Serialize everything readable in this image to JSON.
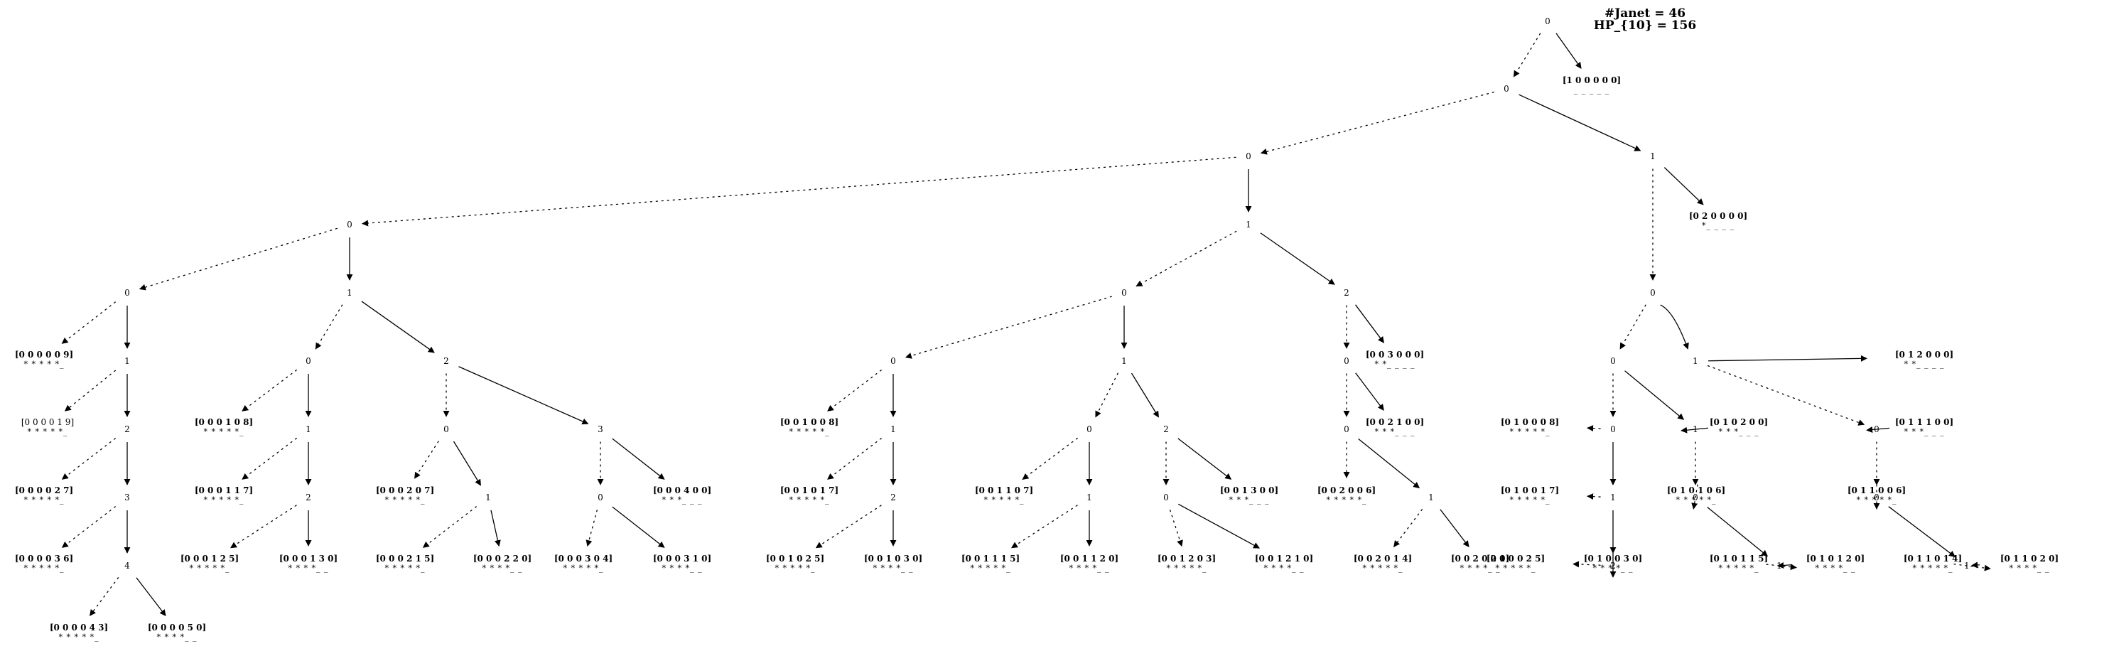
{
  "header": {
    "line1": "#Janet = 46",
    "line2": "HP_{10} = 156"
  },
  "nodes": {
    "root": "0",
    "n1": "0",
    "n2": "0",
    "n3": "1",
    "a": "0",
    "b": "1",
    "c": "0",
    "a0": "0",
    "a1": "1",
    "a0_1": "1",
    "a0_2": "2",
    "a0_3": "3",
    "a0_4": "4",
    "a1_0": "0",
    "a1_2": "2",
    "a1_0_1": "1",
    "a1_0_2": "2",
    "a1_2_0": "0",
    "a1_2_3": "3",
    "a1_2_0_1": "1",
    "a1_2_3_0": "0",
    "b0": "0",
    "b2": "2",
    "b0_0": "0",
    "b0_1": "1",
    "b0_0_1": "1",
    "b0_0_2": "2",
    "b0_1_0": "0",
    "b0_1_2": "2",
    "b0_1_0_1": "1",
    "b0_1_2_0": "0",
    "b2_0": "0",
    "b2_0_0": "0",
    "b2_0_0_1": "1",
    "c0": "0",
    "c1": "1",
    "c0_0": "0",
    "c0_1": "1",
    "c0_0_1": "1",
    "c0_0_2": "2",
    "c0_1_0": "0",
    "c0_1_0_1": "1",
    "c1_0": "0",
    "c1_0_0": "0",
    "c1_0_0_1": "1"
  },
  "leaves": {
    "L100000": {
      "label": "[1 0 0 0 0 0]",
      "stars": "_ _ _ _ _"
    },
    "L020000": {
      "label": "[0 2 0 0 0 0]",
      "stars": "*_ _ _ _"
    },
    "L000009": {
      "label": "[0 0 0 0 0 9]",
      "stars": "* * * * *_"
    },
    "L000019": {
      "label": "[0 0 0 0 1 9]",
      "stars": "* * * * *_"
    },
    "L000027": {
      "label": "[0 0 0 0 2 7]",
      "stars": "* * * * *_"
    },
    "L000036": {
      "label": "[0 0 0 0 3 6]",
      "stars": "* * * * *_"
    },
    "L000043": {
      "label": "[0 0 0 0 4 3]",
      "stars": "* * * * *_"
    },
    "L000050": {
      "label": "[0 0 0 0 5 0]",
      "stars": "* * * *_ _"
    },
    "L000108": {
      "label": "[0 0 0 1 0 8]",
      "stars": "* * * * *_"
    },
    "L000117": {
      "label": "[0 0 0 1 1 7]",
      "stars": "* * * * *_"
    },
    "L000125": {
      "label": "[0 0 0 1 2 5]",
      "stars": "* * * * *_"
    },
    "L000130": {
      "label": "[0 0 0 1 3 0]",
      "stars": "* * * *_ _"
    },
    "L000207": {
      "label": "[0 0 0 2 0 7]",
      "stars": "* * * * *_"
    },
    "L000215": {
      "label": "[0 0 0 2 1 5]",
      "stars": "* * * * *_"
    },
    "L000220": {
      "label": "[0 0 0 2 2 0]",
      "stars": "* * * *_ _"
    },
    "L000304": {
      "label": "[0 0 0 3 0 4]",
      "stars": "* * * * *_"
    },
    "L000310": {
      "label": "[0 0 0 3 1 0]",
      "stars": "* * * *_ _"
    },
    "L000400": {
      "label": "[0 0 0 4 0 0]",
      "stars": "* * *_ _ _"
    },
    "L001008": {
      "label": "[0 0 1 0 0 8]",
      "stars": "* * * * *_"
    },
    "L001017": {
      "label": "[0 0 1 0 1 7]",
      "stars": "* * * * *_"
    },
    "L001025": {
      "label": "[0 0 1 0 2 5]",
      "stars": "* * * * *_"
    },
    "L001030": {
      "label": "[0 0 1 0 3 0]",
      "stars": "* * * *_ _"
    },
    "L001107": {
      "label": "[0 0 1 1 0 7]",
      "stars": "* * * * *_"
    },
    "L001115": {
      "label": "[0 0 1 1 1 5]",
      "stars": "* * * * *_"
    },
    "L001120": {
      "label": "[0 0 1 1 2 0]",
      "stars": "* * * *_ _"
    },
    "L001203": {
      "label": "[0 0 1 2 0 3]",
      "stars": "* * * * *_"
    },
    "L001210": {
      "label": "[0 0 1 2 1 0]",
      "stars": "* * * *_ _"
    },
    "L001300": {
      "label": "[0 0 1 3 0 0]",
      "stars": "* * *_ _ _"
    },
    "L003000": {
      "label": "[0 0 3 0 0 0]",
      "stars": "* *_ _ _ _"
    },
    "L002100": {
      "label": "[0 0 2 1 0 0]",
      "stars": "* * *_ _ _"
    },
    "L002006": {
      "label": "[0 0 2 0 0 6]",
      "stars": "* * * * *_"
    },
    "L002014": {
      "label": "[0 0 2 0 1 4]",
      "stars": "* * * * *_"
    },
    "L002020": {
      "label": "[0 0 2 0 2 0]",
      "stars": "* * * *_ _"
    },
    "L010008": {
      "label": "[0 1 0 0 0 8]",
      "stars": "* * * * *_"
    },
    "L010017": {
      "label": "[0 1 0 0 1 7]",
      "stars": "* * * * *_"
    },
    "L010025": {
      "label": "[0 1 0 0 2 5]",
      "stars": "* * * * *_"
    },
    "L010030": {
      "label": "[0 1 0 0 3 0]",
      "stars": "* * * *_ _"
    },
    "L010200": {
      "label": "[0 1 0 2 0 0]",
      "stars": "* * *_ _ _"
    },
    "L010106": {
      "label": "[0 1 0 1 0 6]",
      "stars": "* * * * *_"
    },
    "L010115": {
      "label": "[0 1 0 1 1 5]",
      "stars": "* * * * *_"
    },
    "L010120": {
      "label": "[0 1 0 1 2 0]",
      "stars": "* * * *_ _"
    },
    "L012000": {
      "label": "[0 1 2 0 0 0]",
      "stars": "* *_ _ _ _"
    },
    "L011100": {
      "label": "[0 1 1 1 0 0]",
      "stars": "* * *_ _ _"
    },
    "L011006": {
      "label": "[0 1 1 0 0 6]",
      "stars": "* * * * *_"
    },
    "L011014": {
      "label": "[0 1 1 0 1 4]",
      "stars": "* * * * *_"
    },
    "L011020": {
      "label": "[0 1 1 0 2 0]",
      "stars": "* * * *_ _"
    }
  }
}
